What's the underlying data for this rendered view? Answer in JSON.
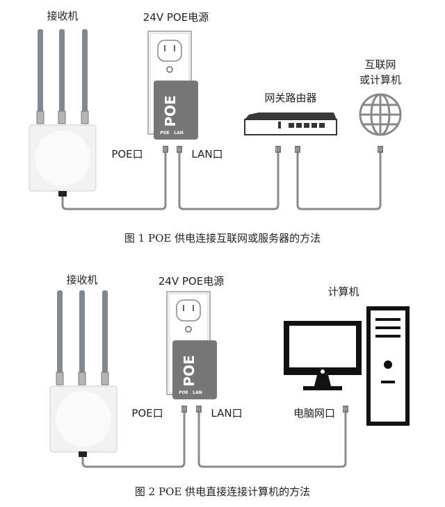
{
  "figure1": {
    "receiver_label": "接收机",
    "power_label": "24V POE电源",
    "adapter_text": "POE",
    "adapter_port_poe": "POE",
    "adapter_port_lan": "LAN",
    "poe_port_label": "POE口",
    "lan_port_label": "LAN口",
    "router_label": "网关路由器",
    "internet_label_line1": "互联网",
    "internet_label_line2": "或计算机",
    "caption": "图 1 POE 供电连接互联网或服务器的方法"
  },
  "figure2": {
    "receiver_label": "接收机",
    "power_label": "24V POE电源",
    "adapter_text": "POE",
    "adapter_port_poe": "POE",
    "adapter_port_lan": "LAN",
    "poe_port_label": "POE口",
    "lan_port_label": "LAN口",
    "computer_label": "计算机",
    "pc_port_label": "电脑网口",
    "caption": "图 2 POE 供电直接连接计算机的方法"
  }
}
